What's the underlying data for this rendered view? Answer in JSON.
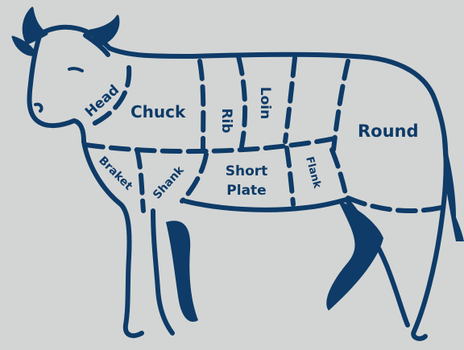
{
  "colors": {
    "background": "#d3d5d4",
    "ink": "#0e3b68"
  },
  "cuts": {
    "head": "Head",
    "chuck": "Chuck",
    "rib": "Rib",
    "loin": "Loin",
    "round": "Round",
    "brisket": "Braket",
    "shank": "Shank",
    "short_plate_line1": "Short",
    "short_plate_line2": "Plate",
    "flank": "Flank"
  }
}
